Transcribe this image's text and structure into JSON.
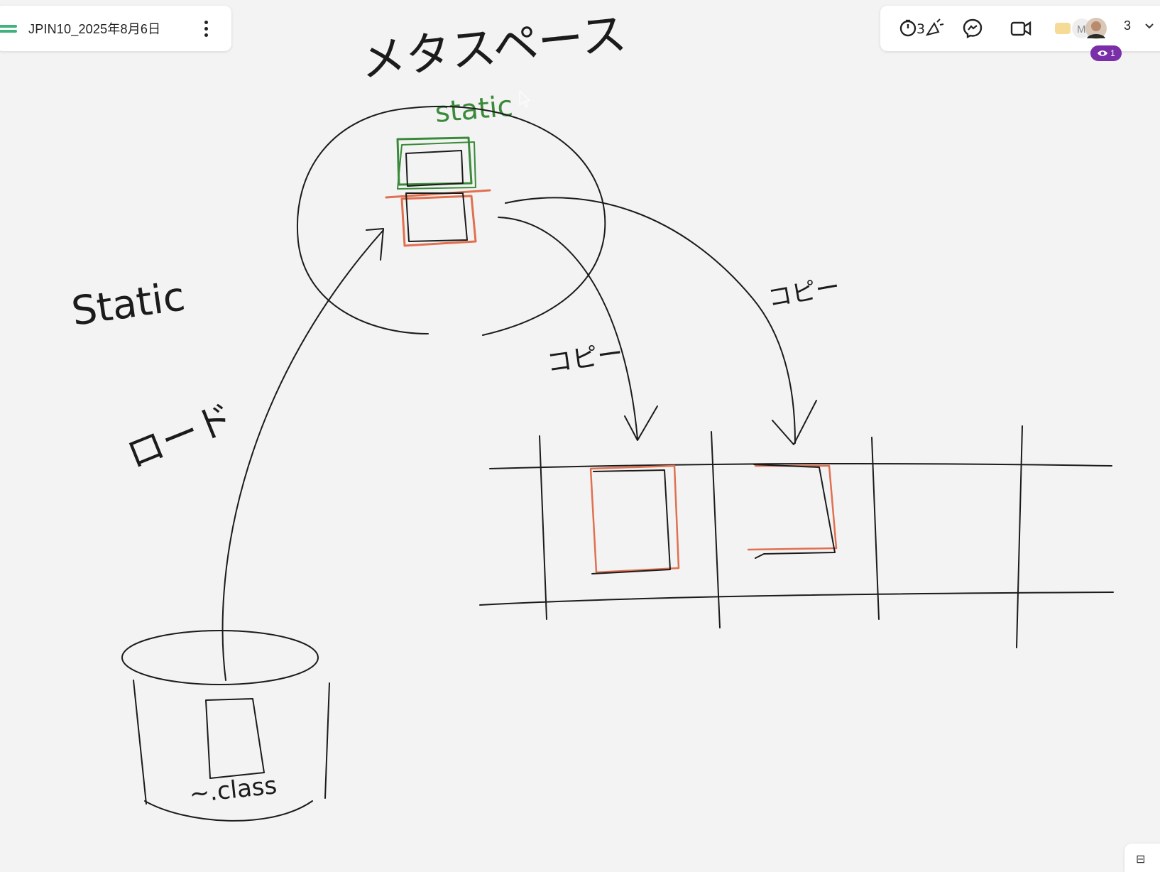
{
  "board": {
    "title": "JPIN10_2025年8月6日",
    "menu_label": "⋮"
  },
  "toolbar": {
    "reactions_label": "⏱3🎉",
    "collaborators_count": "3",
    "collaborator_initial": "M",
    "viewers_count": "1"
  },
  "canvas": {
    "heading": "メタスペース",
    "static_green_label": "static",
    "static_side_label": "Static",
    "load_label": "ロード",
    "copy_label_1": "コピー",
    "copy_label_2": "コピー",
    "class_file_label": "~.class"
  },
  "colors": {
    "ink": "#1b1b1b",
    "green_ink": "#3a8a3a",
    "orange_ink": "#e07050",
    "board_bg": "#f3f3f3",
    "badge": "#7a2ea8",
    "logo_green": "#3fb37d"
  },
  "icons": [
    "timer-icon",
    "messenger-icon",
    "video-camera-icon",
    "avatar",
    "chevron-down-icon",
    "eye-icon",
    "more-vertical-icon"
  ]
}
